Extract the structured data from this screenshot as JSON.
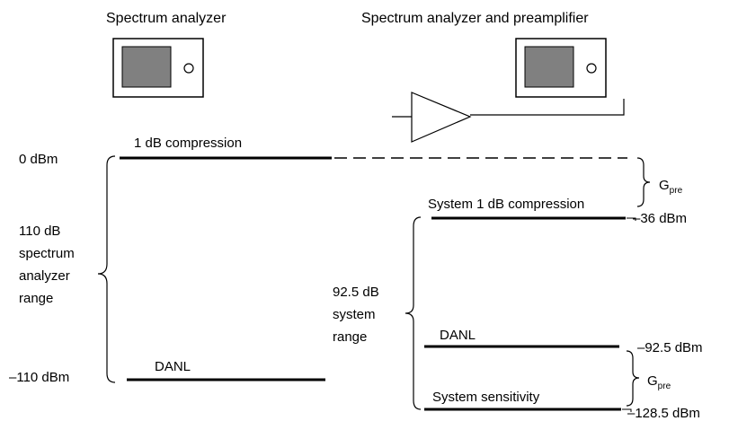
{
  "left": {
    "title": "Spectrum analyzer",
    "top_level": "0 dBm",
    "compression_label": "1 dB compression",
    "range_lines": [
      "110 dB",
      "spectrum",
      "analyzer",
      "range"
    ],
    "bottom_level": "–110 dBm",
    "danl_label": "DANL"
  },
  "right": {
    "title": "Spectrum analyzer and preamplifier",
    "gain_symbol": "G",
    "gain_subscript": "pre",
    "system_compression_label": "System 1 dB compression",
    "system_compression_level": "–36 dBm",
    "range_lines": [
      "92.5 dB",
      "system",
      "range"
    ],
    "danl_label": "DANL",
    "danl_level": "–92.5 dBm",
    "sensitivity_label": "System sensitivity",
    "sensitivity_level": "–128.5 dBm"
  }
}
